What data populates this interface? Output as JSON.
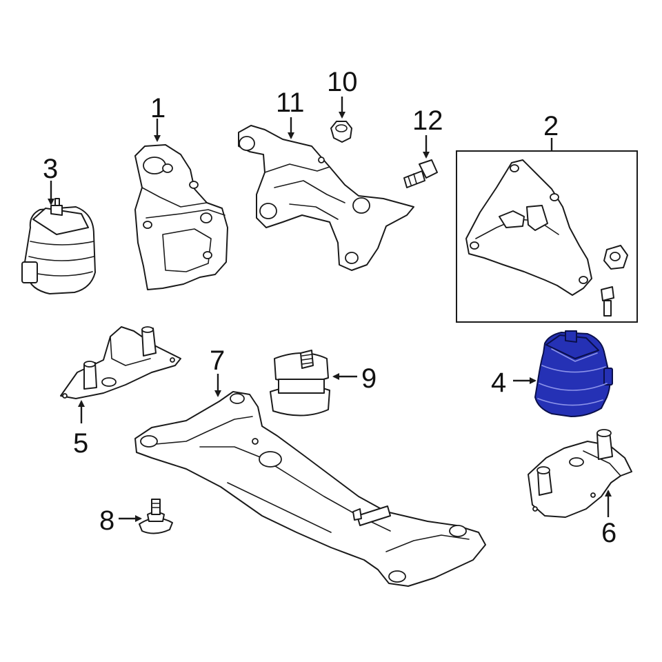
{
  "callouts": {
    "c1": "1",
    "c2": "2",
    "c3": "3",
    "c4": "4",
    "c5": "5",
    "c6": "6",
    "c7": "7",
    "c8": "8",
    "c9": "9",
    "c10": "10",
    "c11": "11",
    "c12": "12"
  },
  "highlight_part": "4",
  "colors": {
    "highlight": "#2531b5",
    "line": "#1a1a1a",
    "background": "#ffffff"
  }
}
